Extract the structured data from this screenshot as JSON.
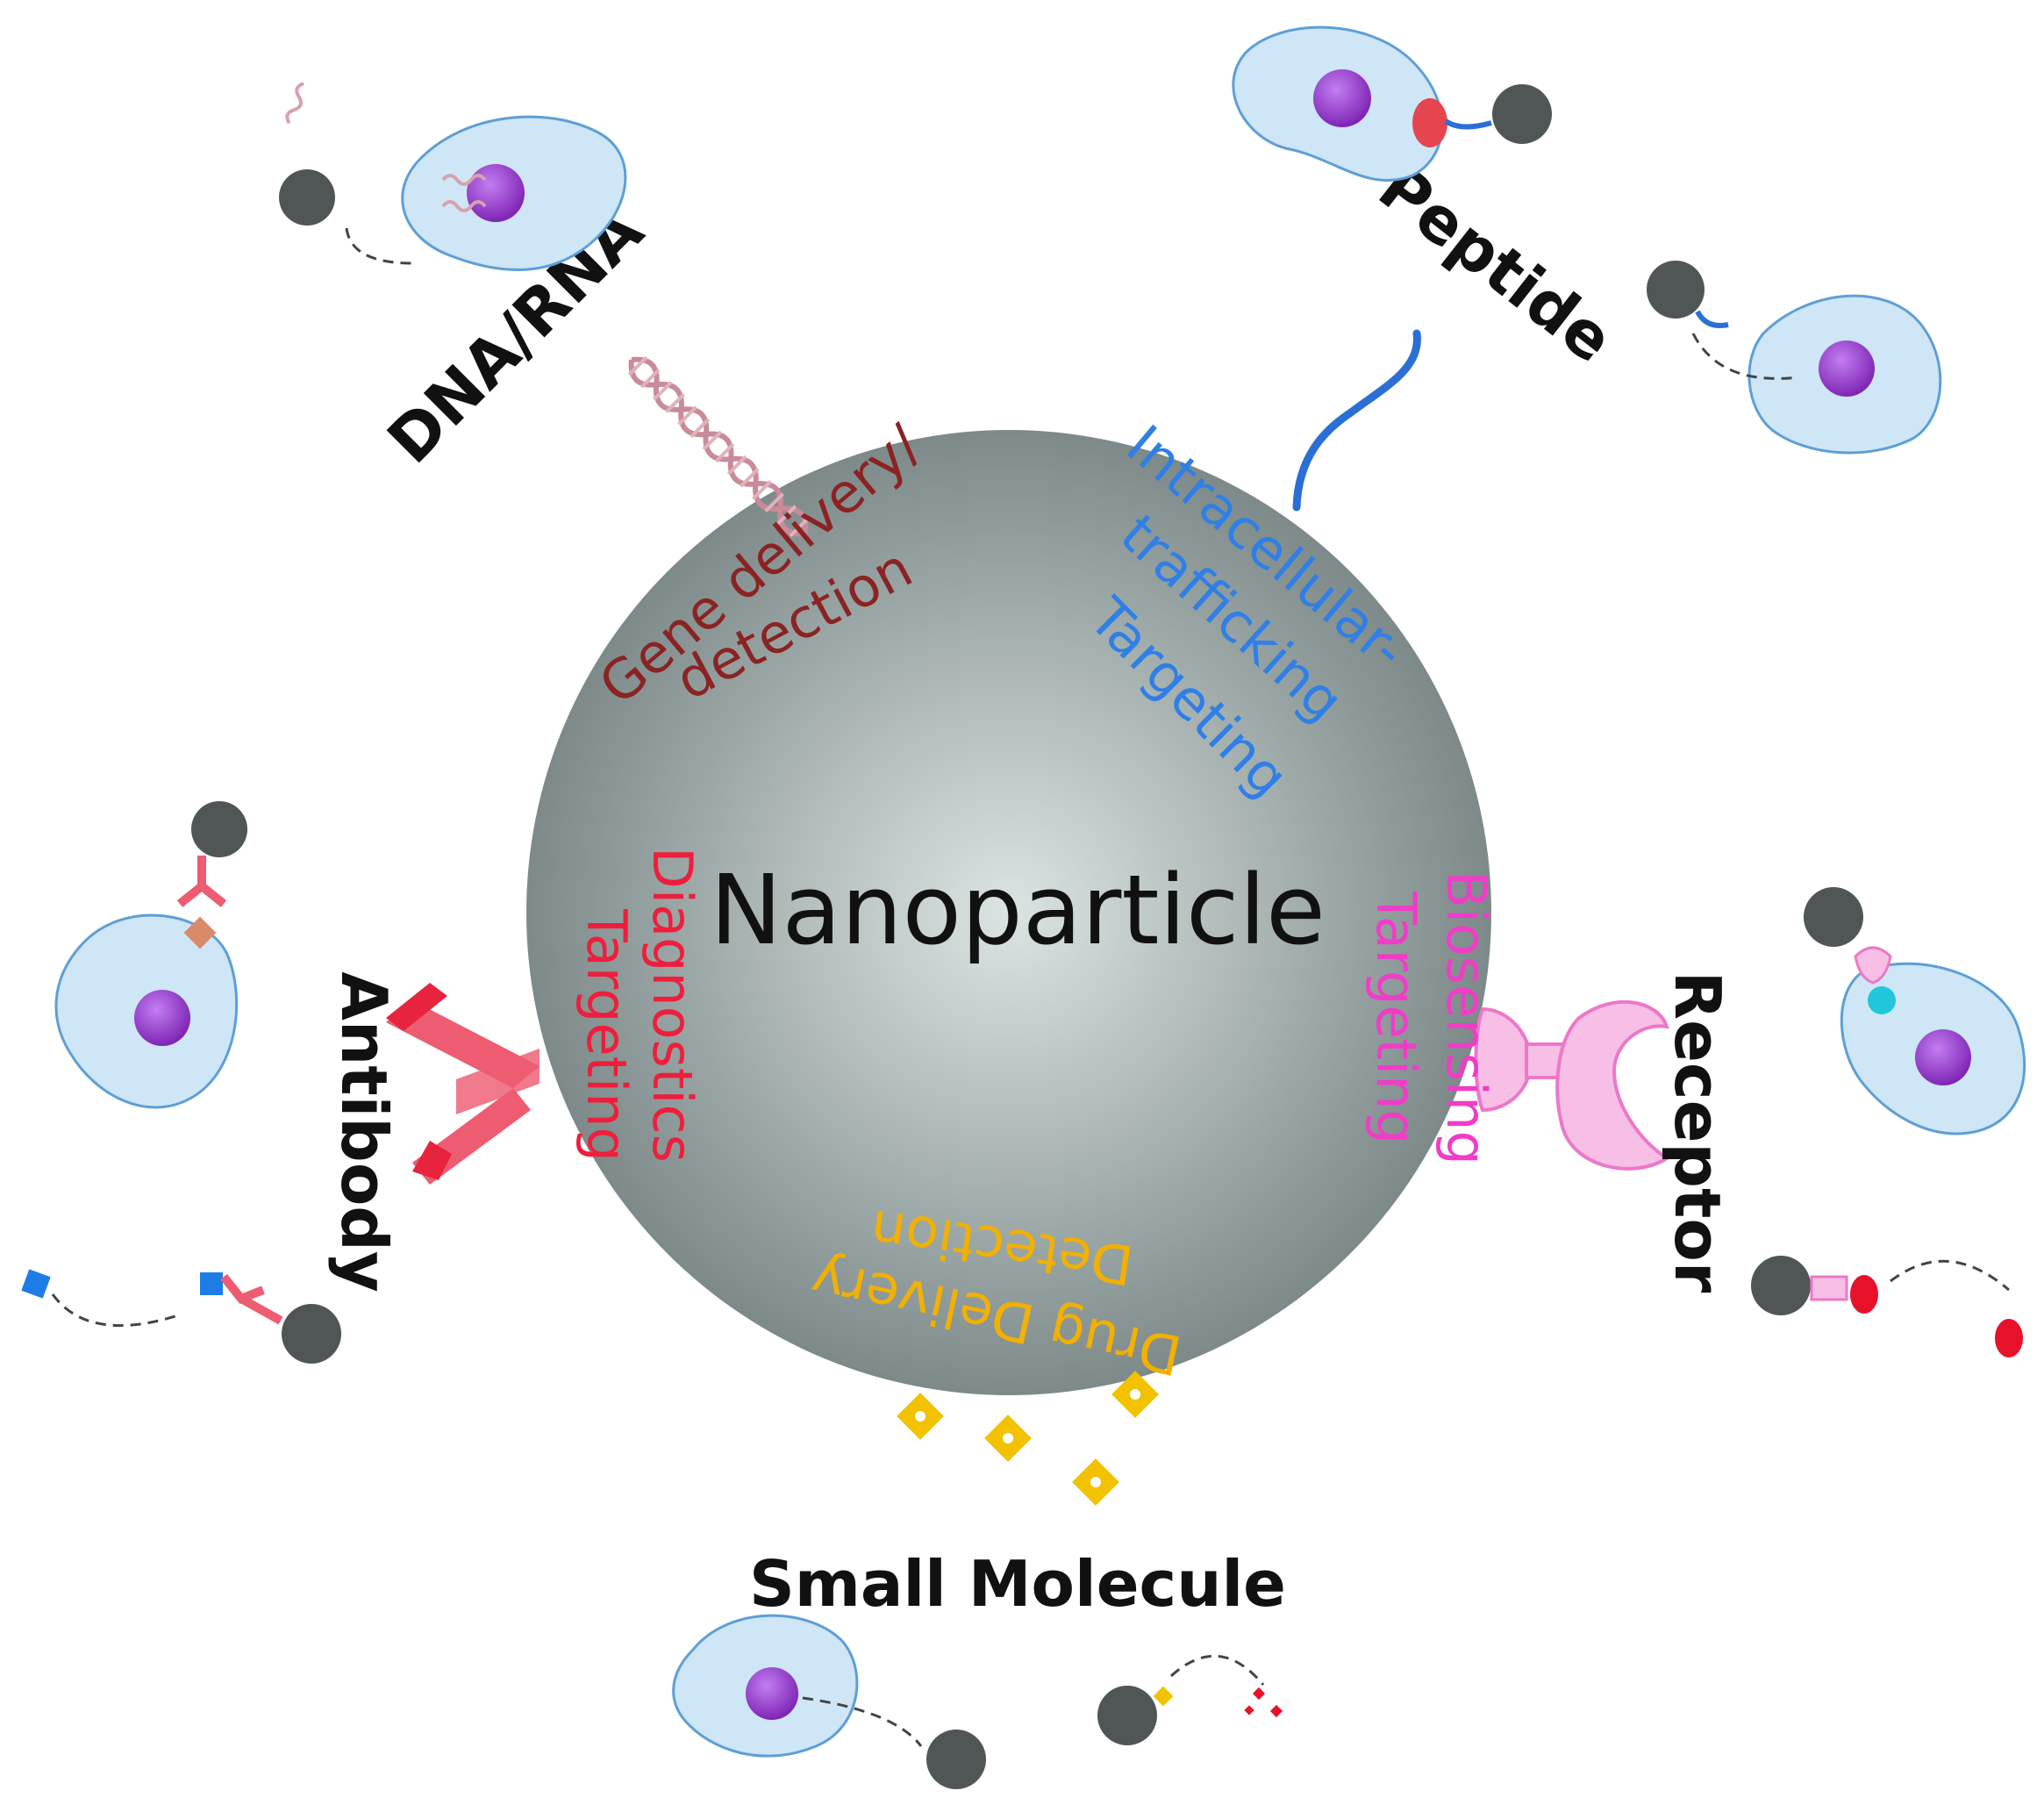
{
  "nanoparticle": {
    "label": "Nanoparticle",
    "fill_center": "#dbe4e3",
    "fill_edge": "#7d8a89"
  },
  "ligands": {
    "dna_rna": {
      "label": "DNA/RNA",
      "icon": "dna-helix-icon",
      "color": "#c98a9a"
    },
    "peptide": {
      "label": "Peptide",
      "icon": "peptide-chain-icon",
      "color": "#2a6fd6"
    },
    "antibody": {
      "label": "Antibody",
      "icon": "antibody-icon",
      "color": "#ee5c72"
    },
    "receptor": {
      "label": "Receptor",
      "icon": "receptor-icon",
      "color": "#ec78c8"
    },
    "small_molecule": {
      "label": "Small Molecule",
      "icon": "small-molecule-icon",
      "color": "#f2c200"
    }
  },
  "functions": {
    "gene": {
      "line1": "Gene delivery/",
      "line2": "detection",
      "color": "#8b2323"
    },
    "intracellular": {
      "line1": "Intracellular-",
      "line2": "trafficking",
      "line3": "Targeting",
      "color": "#2f7fe6"
    },
    "antibody": {
      "line1": "Diagnostics",
      "line2": "Targeting",
      "color": "#ee1e3c"
    },
    "receptor": {
      "line1": "Biosensing",
      "line2": "Targeting",
      "color": "#f03cc8"
    },
    "drug": {
      "line1": "Detection",
      "line2": "Drug Delivery",
      "color": "#f2b000"
    }
  },
  "colors": {
    "cell_fill": "#cfe6f6",
    "cell_stroke": "#5d9fd6",
    "nucleus": "#7a1fb0",
    "particle": "#505656"
  }
}
